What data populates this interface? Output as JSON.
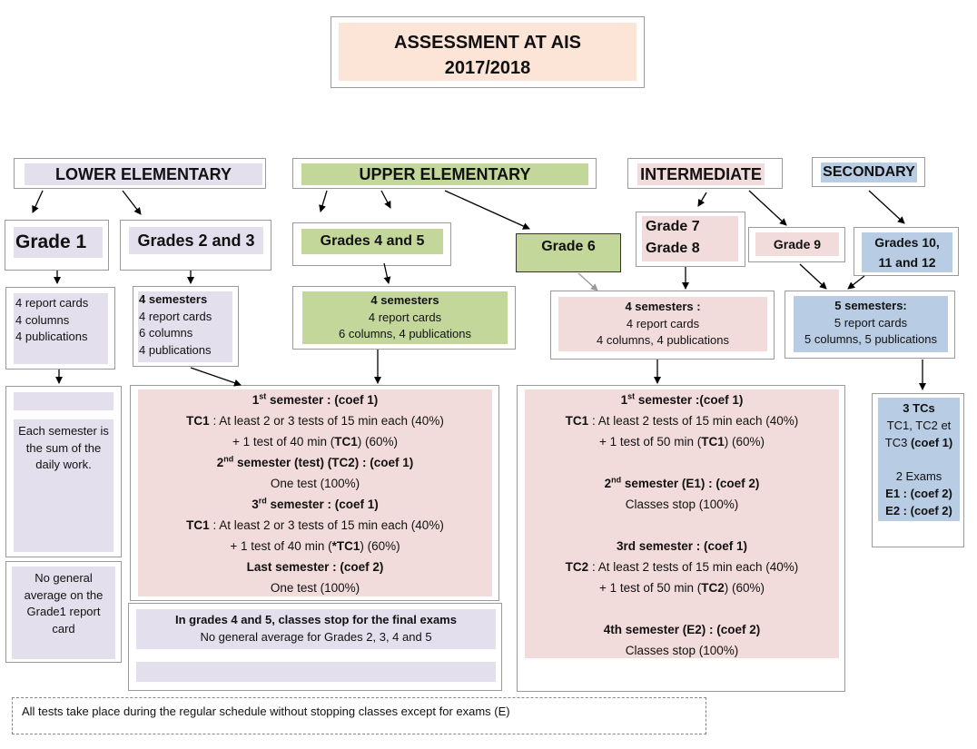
{
  "title": {
    "line1": "ASSESSMENT AT AIS",
    "line2": "2017/2018"
  },
  "sections": {
    "lower": "LOWER ELEMENTARY",
    "upper": "UPPER ELEMENTARY",
    "intermediate": "INTERMEDIATE",
    "secondary": "SECONDARY"
  },
  "grades": {
    "g1": "Grade 1",
    "g23": "Grades 2 and 3",
    "g45": "Grades 4 and 5",
    "g6": "Grade 6",
    "g7": "Grade 7",
    "g8": "Grade 8",
    "g9": "Grade 9",
    "g1012_l1": "Grades 10,",
    "g1012_l2": "11 and 12"
  },
  "info": {
    "g1": [
      "4 report cards",
      "4 columns",
      "4 publications"
    ],
    "g23": {
      "head": "4 semesters",
      "lines": [
        "4 report cards",
        "6 columns",
        "4 publications"
      ]
    },
    "g45": {
      "head": "4 semesters",
      "lines": [
        "4 report cards",
        "6 columns, 4 publications"
      ]
    },
    "int": {
      "head": "4 semesters :",
      "lines": [
        "4 report cards",
        "4 columns, 4 publications"
      ]
    },
    "sec": {
      "head": "5 semesters:",
      "lines": [
        "5 report cards",
        "5 columns, 5 publications"
      ]
    }
  },
  "lower_detail": {
    "daily": [
      "Each semester is",
      "the sum of the",
      "daily work."
    ],
    "no_avg": [
      "No general",
      "average on the",
      "Grade1 report",
      "card"
    ]
  },
  "upper_detail": {
    "s1_num": "1",
    "s1_sup": "st",
    "s1_rest": " semester : (coef 1)",
    "tc1_label": "TC1",
    "tc1_text": " : At least 2 or 3 tests of 15 min each (40%)",
    "tc1_b_pre": "+ 1 test of 40 min (",
    "tc1_b_bold": "TC1",
    "tc1_b_post": ") (60%)",
    "s2_num": "2",
    "s2_sup": "nd",
    "s2_rest": " semester (test) (TC2) : (coef 1)",
    "s2_text": "One test  (100%)",
    "s3_num": "3",
    "s3_sup": "rd",
    "s3_rest": " semester : (coef 1)",
    "tc1c_label": "TC1",
    "tc1c_text": " : At least 2 or 3 tests of 15 min each (40%)",
    "tc1d_pre": "+ 1 test of 40 min (",
    "tc1d_bold": "*TC1",
    "tc1d_post": ") (60%)",
    "last": "Last semester : (coef 2)",
    "last_text": "One test (100%)"
  },
  "upper_note": {
    "line1": "In grades 4 and 5, classes stop for the final exams",
    "line2": "No general average for Grades 2, 3, 4 and 5"
  },
  "int_detail": {
    "s1_num": "1",
    "s1_sup": "st",
    "s1_rest": " semester :(coef 1)",
    "tc1_label": "TC1",
    "tc1_text": " : At least 2 tests of 15 min each (40%)",
    "tc1_b_pre": "+ 1 test of 50 min (",
    "tc1_b_bold": "TC1",
    "tc1_b_post": ") (60%)",
    "s2_num": "2",
    "s2_sup": "nd",
    "s2_rest": " semester (E1) : (coef 2)",
    "s2_text": "Classes stop (100%)",
    "s3": "3rd semester : (coef 1)",
    "tc2_label": "TC2",
    "tc2_text": " : At least 2 tests of 15 min each (40%)",
    "tc2_b_pre": "+ 1 test of 50 min (",
    "tc2_b_bold": "TC2",
    "tc2_b_post": ") (60%)",
    "s4": "4th semester  (E2) : (coef 2)",
    "s4_text": "Classes stop  (100%)"
  },
  "sec_detail": {
    "l1": "3 TCs",
    "l2": "TC1, TC2 et",
    "l3_pre": "TC3 ",
    "l3_bold": "(coef 1)",
    "l4": "2 Exams",
    "l5": "E1 : (coef 2)",
    "l6": "E2 : (coef 2)"
  },
  "footer": "All tests take place during the regular schedule without stopping classes except for exams (E)",
  "colors": {
    "lavender": "#e4dfec",
    "green": "#c4d79b",
    "pink": "#f2dcdb",
    "blue": "#b8cce4",
    "peach": "#fce4d6"
  }
}
